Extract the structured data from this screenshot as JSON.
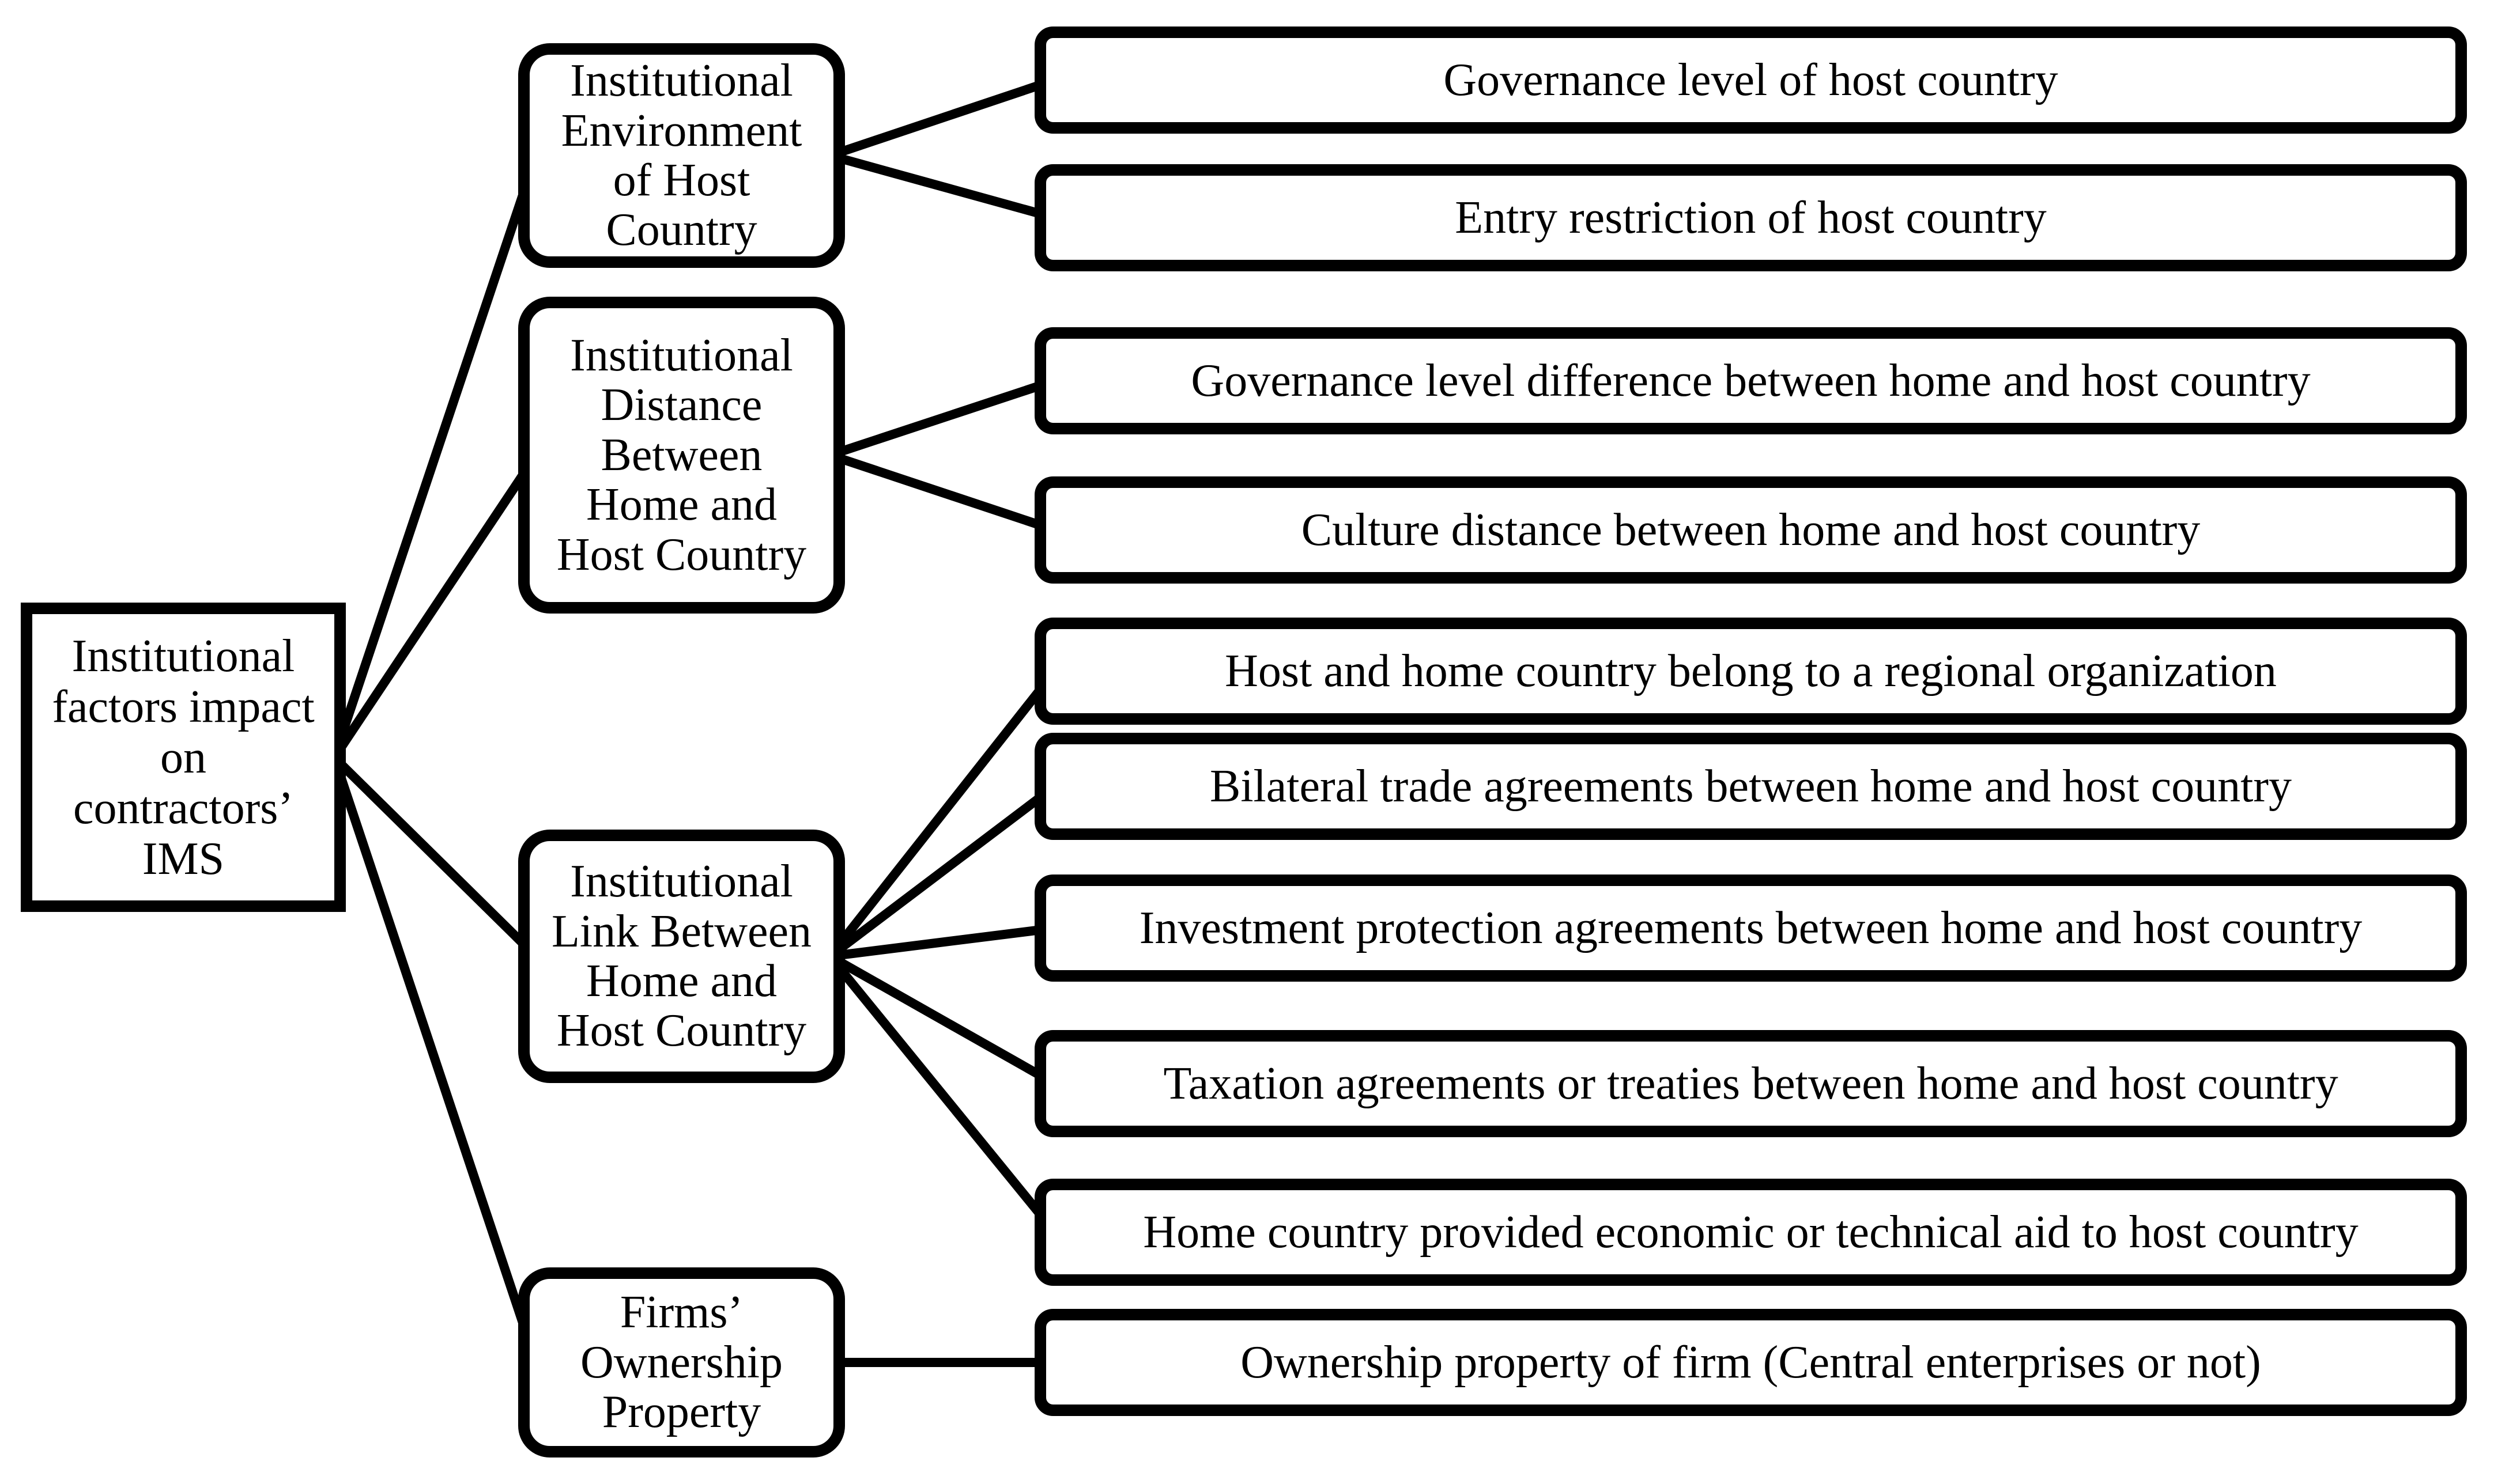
{
  "page": {
    "background_color": "#ffffff",
    "ink_color": "#000000"
  },
  "diagram": {
    "type": "hierarchy-tree",
    "root": {
      "label": "Institutional\nfactors impact\non\ncontractors’\nIMS"
    },
    "categories": [
      {
        "label": "Institutional\nEnvironment\nof Host\nCountry",
        "leaves": [
          "Governance level of host country",
          "Entry restriction of host country"
        ]
      },
      {
        "label": "Institutional\nDistance\nBetween\nHome and\nHost Country",
        "leaves": [
          "Governance level difference between home and host country",
          "Culture distance between home and host country"
        ]
      },
      {
        "label": "Institutional\nLink Between\nHome and\nHost Country",
        "leaves": [
          "Host and home country belong to a regional organization",
          "Bilateral trade agreements between home and host country",
          "Investment protection agreements between home and host country",
          "Taxation agreements or treaties between home and host country",
          "Home country provided economic or technical aid to host country"
        ]
      },
      {
        "label": "Firms’\nOwnership\nProperty",
        "leaves": [
          "Ownership property of firm (Central enterprises or not)"
        ]
      }
    ]
  }
}
